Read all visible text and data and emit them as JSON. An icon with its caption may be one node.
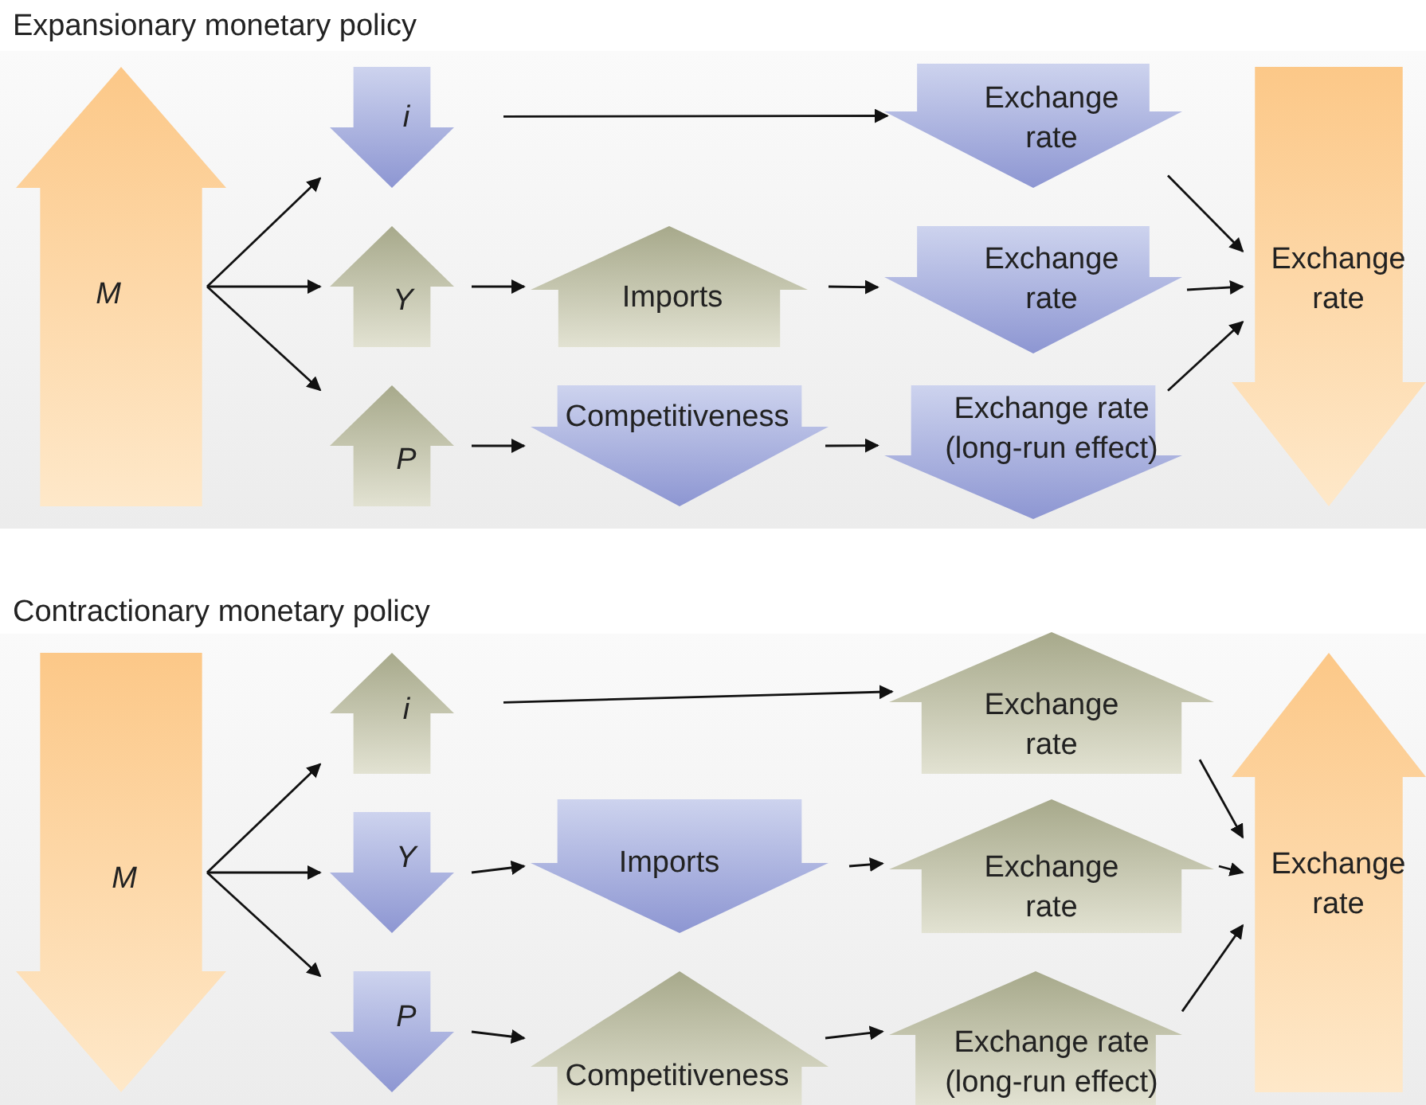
{
  "diagram": {
    "nodes": [
      {
        "text": [
          "M"
        ]
      },
      {
        "text": [
          "i"
        ]
      },
      {
        "text": [
          "Y"
        ]
      },
      {
        "text": [
          "P"
        ]
      },
      {
        "text": [
          "Exchange rate"
        ]
      },
      {
        "text": [
          "Imports"
        ]
      },
      {
        "text": [
          "Exchange rate"
        ]
      },
      {
        "text": [
          "Competitiveness"
        ]
      },
      {
        "text": [
          "Exchange rate (long-run effect)"
        ]
      },
      {
        "text": [
          "Exchange rate"
        ]
      },
      {
        "text": [
          "M"
        ]
      },
      {
        "text": [
          "i"
        ]
      },
      {
        "text": [
          "Y"
        ]
      },
      {
        "text": [
          "P"
        ]
      },
      {
        "text": [
          "Exchange rate"
        ]
      },
      {
        "text": [
          "Imports"
        ]
      },
      {
        "text": [
          "Exchange rate"
        ]
      },
      {
        "text": [
          "Competitiveness"
        ]
      },
      {
        "text": [
          "Exchange rate (long-run effect)"
        ]
      },
      {
        "text": [
          "Exchange rate"
        ]
      }
    ],
    "edges": [
      {
        "from": 0,
        "to": 1,
        "arrow": "to"
      },
      {
        "from": 0,
        "to": 2,
        "arrow": "to"
      },
      {
        "from": 0,
        "to": 3,
        "arrow": "to"
      },
      {
        "from": 1,
        "to": 4,
        "arrow": "to"
      },
      {
        "from": 2,
        "to": 5,
        "arrow": "to"
      },
      {
        "from": 5,
        "to": 6,
        "arrow": "to"
      },
      {
        "from": 3,
        "to": 7,
        "arrow": "to"
      },
      {
        "from": 7,
        "to": 8,
        "arrow": "to"
      },
      {
        "from": 4,
        "to": 9,
        "arrow": "to"
      },
      {
        "from": 6,
        "to": 9,
        "arrow": "to"
      },
      {
        "from": 8,
        "to": 9,
        "arrow": "to"
      },
      {
        "from": 10,
        "to": 11,
        "arrow": "to"
      },
      {
        "from": 10,
        "to": 12,
        "arrow": "to"
      },
      {
        "from": 10,
        "to": 13,
        "arrow": "to"
      },
      {
        "from": 11,
        "to": 14,
        "arrow": "to"
      },
      {
        "from": 12,
        "to": 15,
        "arrow": "to"
      },
      {
        "from": 15,
        "to": 16,
        "arrow": "to"
      },
      {
        "from": 13,
        "to": 17,
        "arrow": "to"
      },
      {
        "from": 17,
        "to": 18,
        "arrow": "to"
      },
      {
        "from": 14,
        "to": 19,
        "arrow": "to"
      },
      {
        "from": 16,
        "to": 19,
        "arrow": "to"
      },
      {
        "from": 18,
        "to": 19,
        "arrow": "to"
      }
    ],
    "labels": [
      "Expansionary monetary policy",
      "Contractionary monetary policy"
    ]
  }
}
